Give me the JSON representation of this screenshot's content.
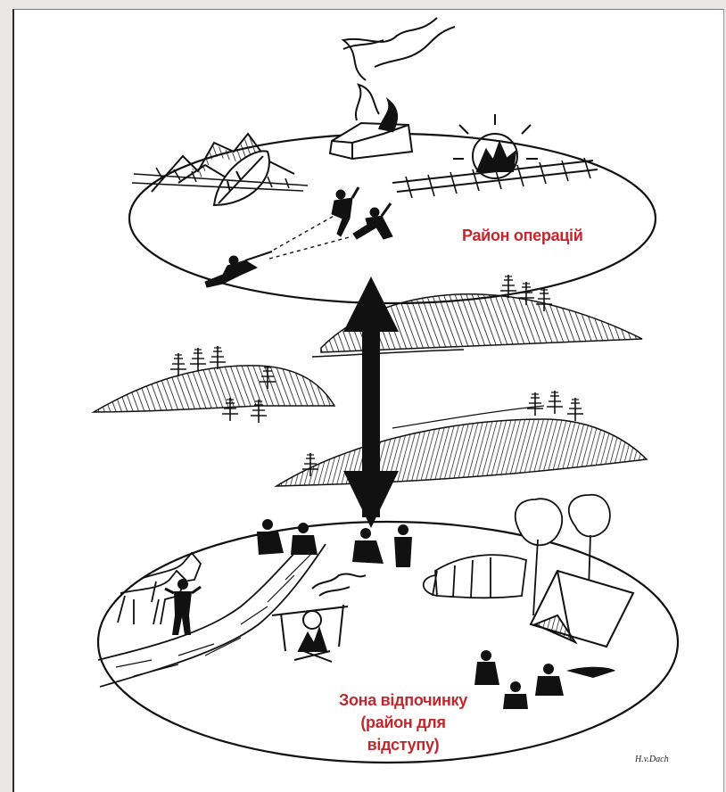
{
  "labels": {
    "operations_area": "Район операцій",
    "rest_zone_line1": "Зона відпочинку",
    "rest_zone_line2": "(район для відступу)"
  },
  "signature": "H.v.Dach",
  "colors": {
    "label": "#c1272d",
    "ink": "#111111",
    "paper": "#ffffff",
    "page_background": "#e9e7e4"
  },
  "icons": [
    "burning-house-icon",
    "explosion-icon",
    "railway-icon",
    "mountain-icon",
    "tree-icon",
    "soldier-icon",
    "horse-icon",
    "campfire-icon",
    "tent-icon",
    "double-arrow-icon"
  ]
}
